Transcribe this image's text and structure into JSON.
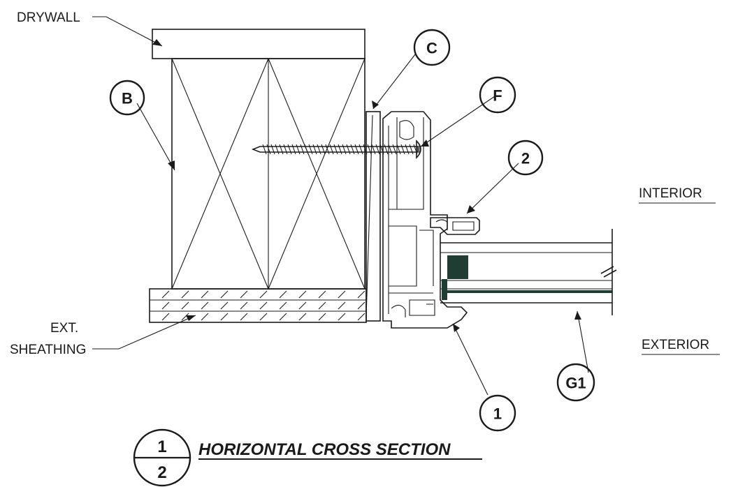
{
  "labels": {
    "drywall": "DRYWALL",
    "ext_line1": "EXT.",
    "ext_line2": "SHEATHING",
    "interior": "INTERIOR",
    "exterior": "EXTERIOR"
  },
  "callouts": {
    "b": "B",
    "c": "C",
    "f": "F",
    "two": "2",
    "one": "1",
    "g1": "G1"
  },
  "section_ref": {
    "numerator": "1",
    "denominator": "2"
  },
  "title": "HORIZONTAL CROSS SECTION",
  "colors": {
    "line": "#1a1a1a",
    "glazing_spacer": "#1f3d33",
    "glass_film": "#1f3d33"
  }
}
